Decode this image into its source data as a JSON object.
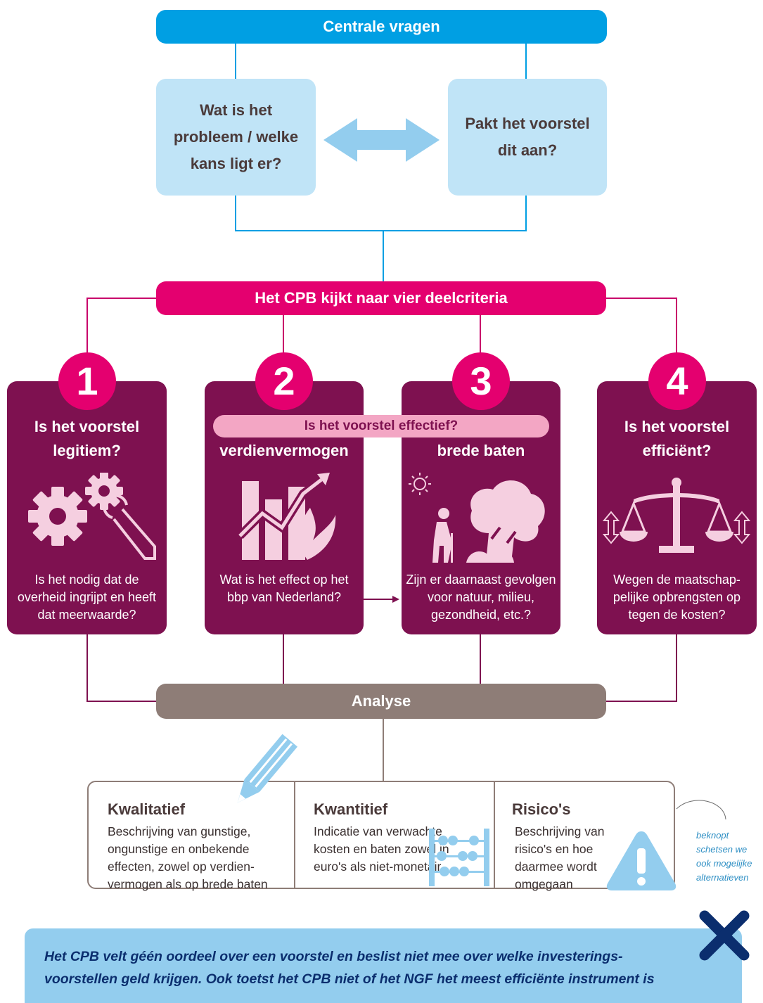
{
  "top": {
    "title": "Centrale vragen"
  },
  "questions": {
    "left": "Wat is het probleem / welke kans ligt er?",
    "right": "Pakt het voorstel dit aan?"
  },
  "criteria_header": "Het CPB kijkt naar vier deelcriteria",
  "criteria": [
    {
      "number": "1",
      "title": "Is het voorstel legitiem?",
      "text": "Is het nodig dat de overheid ingrijpt en heeft dat meerwaarde?",
      "icon": "gears-wrench-icon"
    },
    {
      "number": "2",
      "title": "verdienvermogen",
      "text": "Wat is het effect op het bbp van Nederland?",
      "icon": "growth-chart-icon"
    },
    {
      "number": "3",
      "title": "brede baten",
      "text": "Zijn er daarnaast gevolgen voor natuur, milieu, gezondheid, etc.?",
      "icon": "nature-health-icon"
    },
    {
      "number": "4",
      "title": "Is het voorstel efficiënt?",
      "text": "Wegen de maatschap-pelijke opbrengsten op tegen de kosten?",
      "icon": "scales-icon"
    }
  ],
  "effectief_label": "Is het voorstel effectief?",
  "analyse": {
    "header": "Analyse",
    "columns": [
      {
        "title": "Kwalitatief",
        "text": "Beschrijving van gunstige, ongunstige en onbekende effecten, zowel op verdien-vermogen als op brede baten",
        "icon": "pencil-icon"
      },
      {
        "title": "Kwantitief",
        "text": "Indicatie van verwachte kosten en baten zowel in euro's als niet-monetair",
        "icon": "abacus-icon"
      },
      {
        "title": "Risico's",
        "text": "Beschrijving van risico's en hoe daarmee wordt omgegaan",
        "icon": "warning-icon"
      }
    ],
    "note": "beknopt schetsen we ook mogelijke alternatieven"
  },
  "footer": {
    "text": "Het CPB velt géén oordeel over een voorstel en beslist niet mee over welke investerings-voorstellen geld krijgen. Ook toetst het CPB niet of het NGF het meest efficiënte instrument is",
    "icon": "cross-icon"
  },
  "colors": {
    "blue": "#009fe3",
    "light_blue": "#c0e4f7",
    "magenta": "#e4006f",
    "plum": "#7e1150",
    "taupe": "#8e7d77"
  }
}
